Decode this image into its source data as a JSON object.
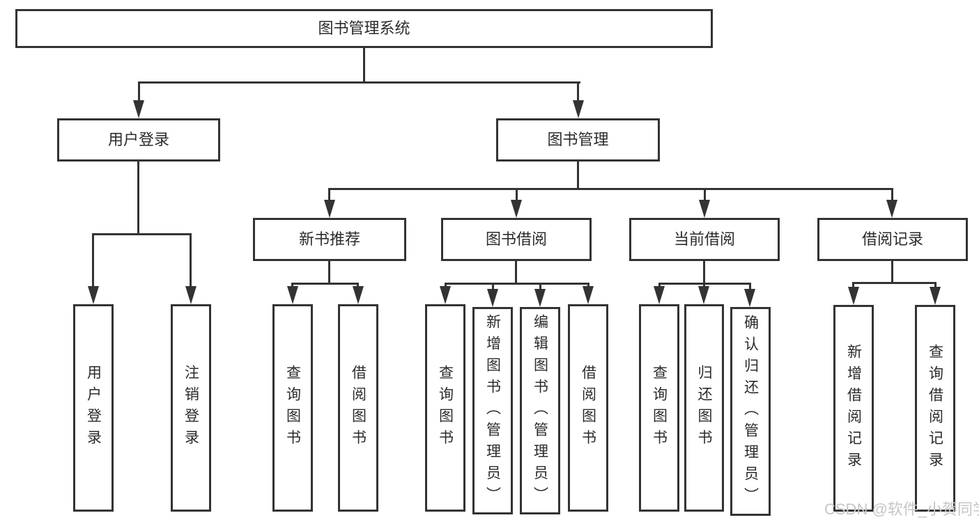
{
  "diagram": {
    "root": {
      "label": "图书管理系统"
    },
    "branches": [
      {
        "label": "用户登录",
        "children": [
          "用户登录",
          "注销登录"
        ]
      },
      {
        "label": "图书管理",
        "groups": [
          {
            "label": "新书推荐",
            "children": [
              "查询图书",
              "借阅图书"
            ]
          },
          {
            "label": "图书借阅",
            "children": [
              "查询图书",
              "新增图书（管理员）",
              "编辑图书（管理员）",
              "借阅图书"
            ]
          },
          {
            "label": "当前借阅",
            "children": [
              "查询图书",
              "归还图书",
              "确认归还（管理员）"
            ]
          },
          {
            "label": "借阅记录",
            "children": [
              "新增借阅记录",
              "查询借阅记录"
            ]
          }
        ]
      }
    ]
  },
  "watermark": {
    "text": "CSDN @软件_小贺同学"
  },
  "colors": {
    "line": "#333333",
    "text": "#2b2b2b",
    "watermark": "#c6c6c6",
    "background": "#ffffff"
  }
}
